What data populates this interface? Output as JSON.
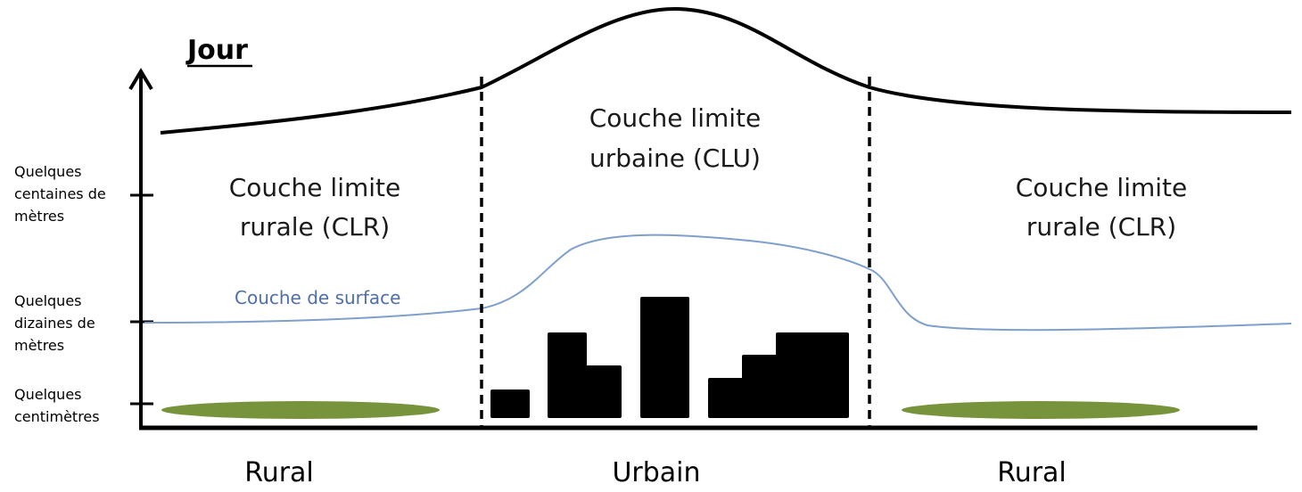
{
  "title": "Jour",
  "y_labels": [
    [
      "Quelques",
      "centaines de",
      "mètres"
    ],
    [
      "Quelques",
      "dizaines de",
      "mètres"
    ],
    [
      "Quelques",
      "centimètres"
    ]
  ],
  "layers": {
    "rural_left": [
      "Couche limite",
      "rurale (CLR)"
    ],
    "urban": [
      "Couche limite",
      "urbaine (CLU)"
    ],
    "rural_right": [
      "Couche limite",
      "rurale (CLR)"
    ],
    "surface": "Couche de surface"
  },
  "zones": [
    "Rural",
    "Urbain",
    "Rural"
  ],
  "colors": {
    "ink": "#000000",
    "surface_line": "#7f9fcc",
    "surface_text": "#4f6fa6",
    "vegetation": "#77933c"
  }
}
